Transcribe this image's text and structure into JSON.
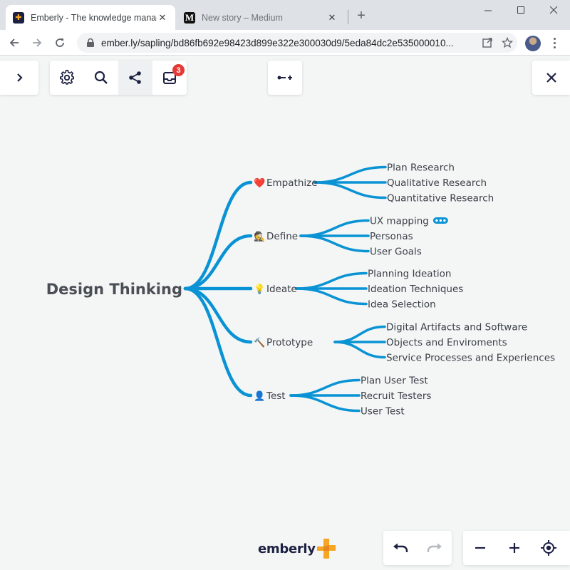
{
  "browser": {
    "tabs": [
      {
        "title": "Emberly - The knowledge management",
        "active": true
      },
      {
        "title": "New story – Medium",
        "active": false
      }
    ],
    "url": "ember.ly/sapling/bd86fb692e98423d899e322e300030d9/5eda84dc2e535000010..."
  },
  "app": {
    "inbox_badge": "3",
    "logo_text": "emberly",
    "accent_color": "#0a93d4",
    "badge_color": "#e53935"
  },
  "mindmap": {
    "root": "Design Thinking",
    "branches": [
      {
        "icon": "heart-icon",
        "emoji": "❤️",
        "label": "Empathize",
        "children": [
          "Plan Research",
          "Qualitative Research",
          "Quantitative Research"
        ]
      },
      {
        "icon": "detective-icon",
        "emoji": "🕵️",
        "label": "Define",
        "children": [
          "UX mapping",
          "Personas",
          "User Goals"
        ]
      },
      {
        "icon": "lightbulb-icon",
        "emoji": "💡",
        "label": "Ideate",
        "children": [
          "Planning Ideation",
          "Ideation Techniques",
          "Idea Selection"
        ]
      },
      {
        "icon": "hammer-icon",
        "emoji": "🔨",
        "label": "Prototype",
        "children": [
          "Digital Artifacts and Software",
          "Objects and Enviroments",
          "Service Processes and Experiences"
        ]
      },
      {
        "icon": "user-icon",
        "emoji": "👤",
        "label": "Test",
        "children": [
          "Plan User Test",
          "Recruit Testers",
          "User Test"
        ]
      }
    ]
  }
}
